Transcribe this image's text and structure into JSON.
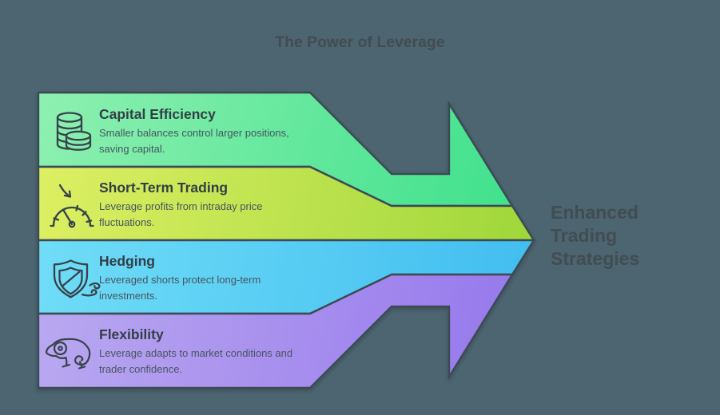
{
  "title": "The Power of Leverage",
  "result_label": "Enhanced\nTrading\nStrategies",
  "bands": [
    {
      "id": "capital-efficiency",
      "title": "Capital Efficiency",
      "description": "Smaller balances control larger positions,\nsaving capital.",
      "icon": "coins-icon",
      "gradient_from": "#8ef0b1",
      "gradient_to": "#3be08b"
    },
    {
      "id": "short-term-trading",
      "title": "Short-Term Trading",
      "description": "Leverage profits from intraday price\nfluctuations.",
      "icon": "speedometer-icon",
      "gradient_from": "#ddef63",
      "gradient_to": "#9fd73a"
    },
    {
      "id": "hedging",
      "title": "Hedging",
      "description": "Leveraged shorts protect long-term\ninvestments.",
      "icon": "shield-wind-icon",
      "gradient_from": "#70ddf7",
      "gradient_to": "#41bdf0"
    },
    {
      "id": "flexibility",
      "title": "Flexibility",
      "description": "Leverage adapts to market conditions and\ntrader confidence.",
      "icon": "chameleon-icon",
      "gradient_from": "#b9a8f0",
      "gradient_to": "#9576ec"
    }
  ],
  "colors": {
    "background": "#4c6570",
    "band_border": "#3e4a53",
    "icon_stroke": "#37424b",
    "heading_text": "#333e46",
    "body_text": "#475560",
    "title_text": "#424c51"
  }
}
